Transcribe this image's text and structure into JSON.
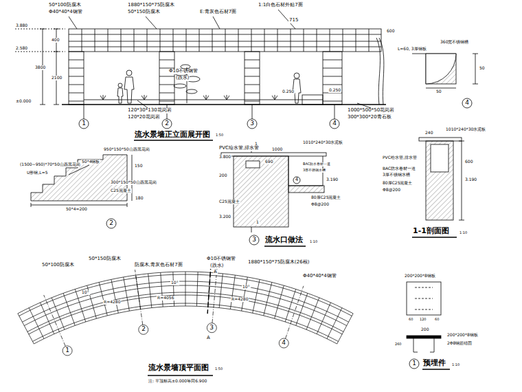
{
  "diagram": {
    "labels": [
      "50*100防腐木",
      "Φ40*40*4钢管",
      "1880*150*75防腐木",
      "50*150防腐木",
      "E:青灰色石材7面",
      "1:1白色石材外贴7面",
      "715",
      "3.880",
      "2.580",
      "±0.000",
      "3800",
      "400",
      "2100",
      "Φ10不锈钢管",
      "(跌水)",
      "120*30*130花岗岩",
      "120*20花岗岩",
      "0.250",
      "0.250",
      "600",
      "1000*500*50花岗岩",
      "300*300*20青石板",
      "1",
      "2",
      "3",
      "4",
      "流水景墙正立面展开图",
      "1:50",
      "360宽不锈钢槽",
      "L=60, 3厚钢板",
      "50",
      "50",
      "4",
      "(1500~950)*70*50山西黑花岗",
      "U形钢,L=5",
      "50*4钢板",
      "950*150*50山西黑花岗",
      "150",
      "300*150*50山西黑花岗",
      "C25混凝土",
      "50*4=200",
      "180",
      "2",
      "1",
      "PVC给水管,排水管",
      "1010*240*30水泥板",
      "1000",
      "3.800",
      "690",
      "3.190",
      "BAC防水卷材一道",
      "3厚不锈钢水槽",
      "200",
      "C25混凝土",
      "80厚C25混凝土",
      "Φ8@200",
      "3.200",
      "1",
      "3",
      "流水口做法",
      "1:10",
      "4",
      "240",
      "1010*240*30水泥板",
      "PVC给水管,排水管",
      "BAC防水卷材一道",
      "3厚不锈钢水槽",
      "80厚C25混凝土",
      "Φ8@200",
      "600",
      "3.190",
      "1-1剖面图",
      "1:10",
      "50*100防腐木",
      "50*150防腐木",
      "防腐木,青灰色石材7面",
      "Φ10不锈钢管",
      "(跌水)",
      "1880*150*75防腐木(26根)",
      "Φ40*40*4钢管",
      "10°",
      "10°",
      "10°",
      "R=4056",
      "R=4280",
      "R=4280",
      "A",
      "A",
      "1",
      "2",
      "3",
      "4",
      "流水景墙顶平面图",
      "1:50",
      "注: 平顶标高±0.000等同6.900",
      "200*200*8钢板",
      "60",
      "120",
      "60",
      "200",
      "200*200*8钢板",
      "2Φ8钢筋锚固",
      "260",
      "1",
      "预埋件",
      "1:10"
    ]
  }
}
